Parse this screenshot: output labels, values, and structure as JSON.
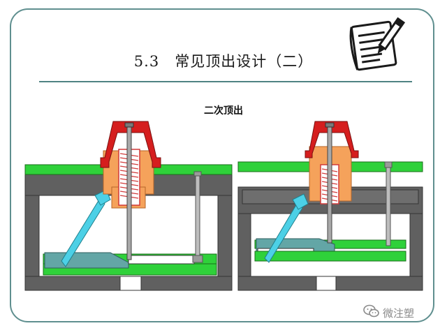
{
  "slide": {
    "title": "5.3　常见顶出设计（二）",
    "subtitle": "二次顶出"
  },
  "watermark": {
    "text": "微注塑",
    "icon": "wechat-icon"
  },
  "icons": {
    "notes": "notepad-pencil-icon"
  },
  "colors": {
    "frame": "#5f8f8f",
    "plate_gray": "#606060",
    "plate_green": "#2fd13a",
    "plate_blue": "#63a6a6",
    "red_cap": "#d51e1e",
    "orange_block": "#f5a25b",
    "spring_fill": "#ffffff",
    "spring_stroke": "#d13a3a",
    "cyan_pin": "#4cd0e6"
  }
}
